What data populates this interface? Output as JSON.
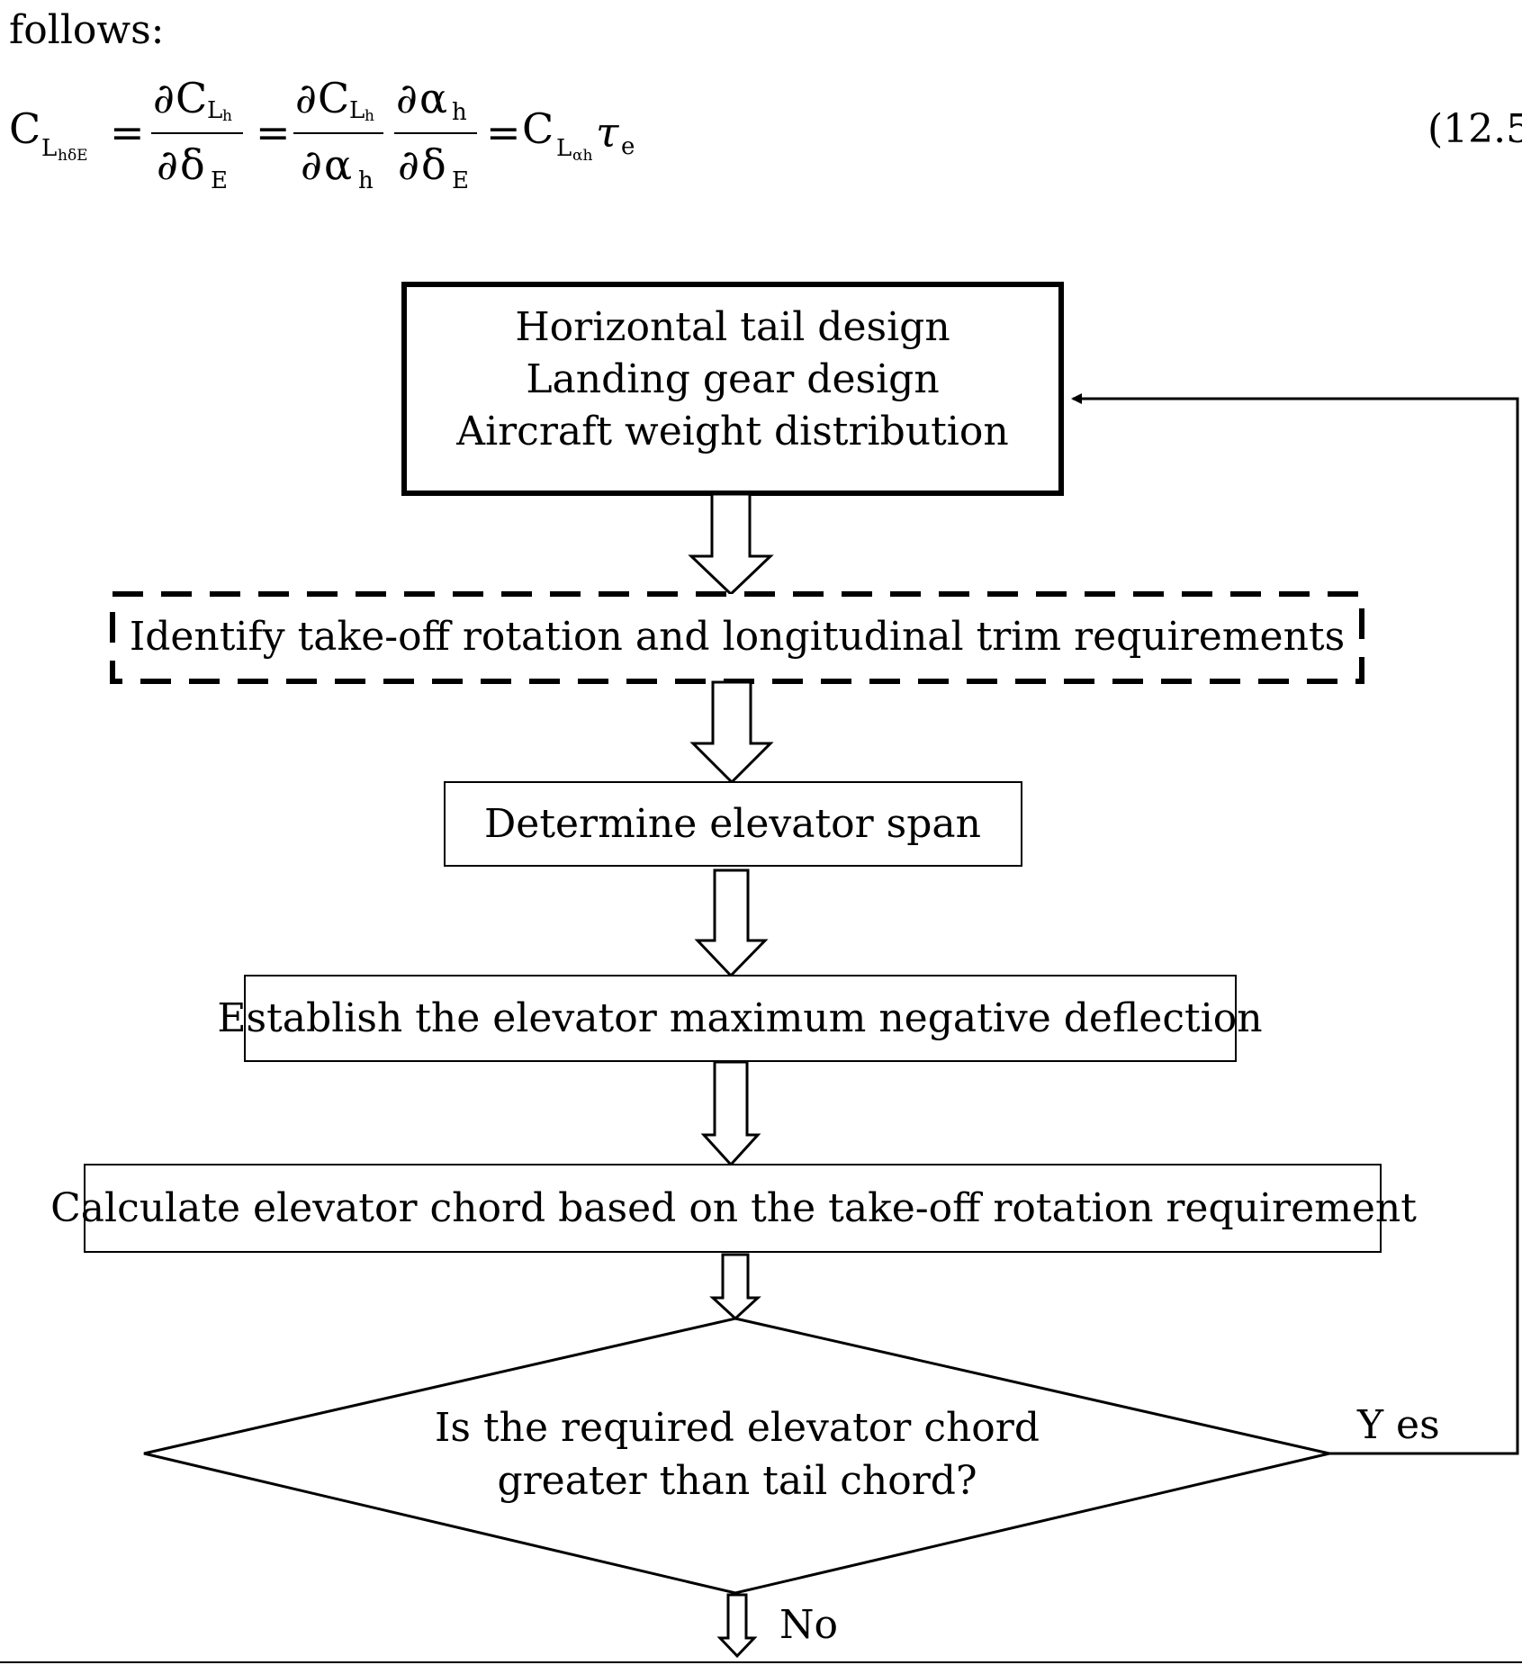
{
  "intro_text": "follows:",
  "equation": {
    "number": "(12.5",
    "lhs": {
      "base": "C",
      "sub": "L",
      "subsub": "hδE"
    },
    "eq1": "=",
    "frac1": {
      "num_d": "∂",
      "num_base": "C",
      "num_sub": "L",
      "num_subsub": "h",
      "den_d": "∂",
      "den_base": "δ",
      "den_sub": "E"
    },
    "eq2": "=",
    "frac2": {
      "num_d": "∂",
      "num_base": "C",
      "num_sub": "L",
      "num_subsub": "h",
      "den_d": "∂",
      "den_base": "α",
      "den_sub": "h"
    },
    "frac3": {
      "num_d": "∂",
      "num_base": "α",
      "num_sub": "h",
      "den_d": "∂",
      "den_base": "δ",
      "den_sub": "E"
    },
    "eq3": "=",
    "rhs": {
      "base": "C",
      "sub": "L",
      "subsub": "αh",
      "tau": "τ",
      "tau_sub": "e"
    }
  },
  "flowchart": {
    "start_box": {
      "lines": [
        "Horizontal tail design",
        "Landing gear design",
        "Aircraft weight distribution"
      ]
    },
    "step_identify": "Identify take-off rotation and longitudinal trim requirements",
    "step_span": "Determine elevator span",
    "step_deflection": "Establish the elevator maximum negative deflection",
    "step_chord": "Calculate elevator chord based on the take-off rotation requirement",
    "decision": {
      "lines": [
        "Is the required elevator chord",
        "greater than tail chord?"
      ]
    },
    "yes_label": "Y es",
    "no_label": "No"
  }
}
